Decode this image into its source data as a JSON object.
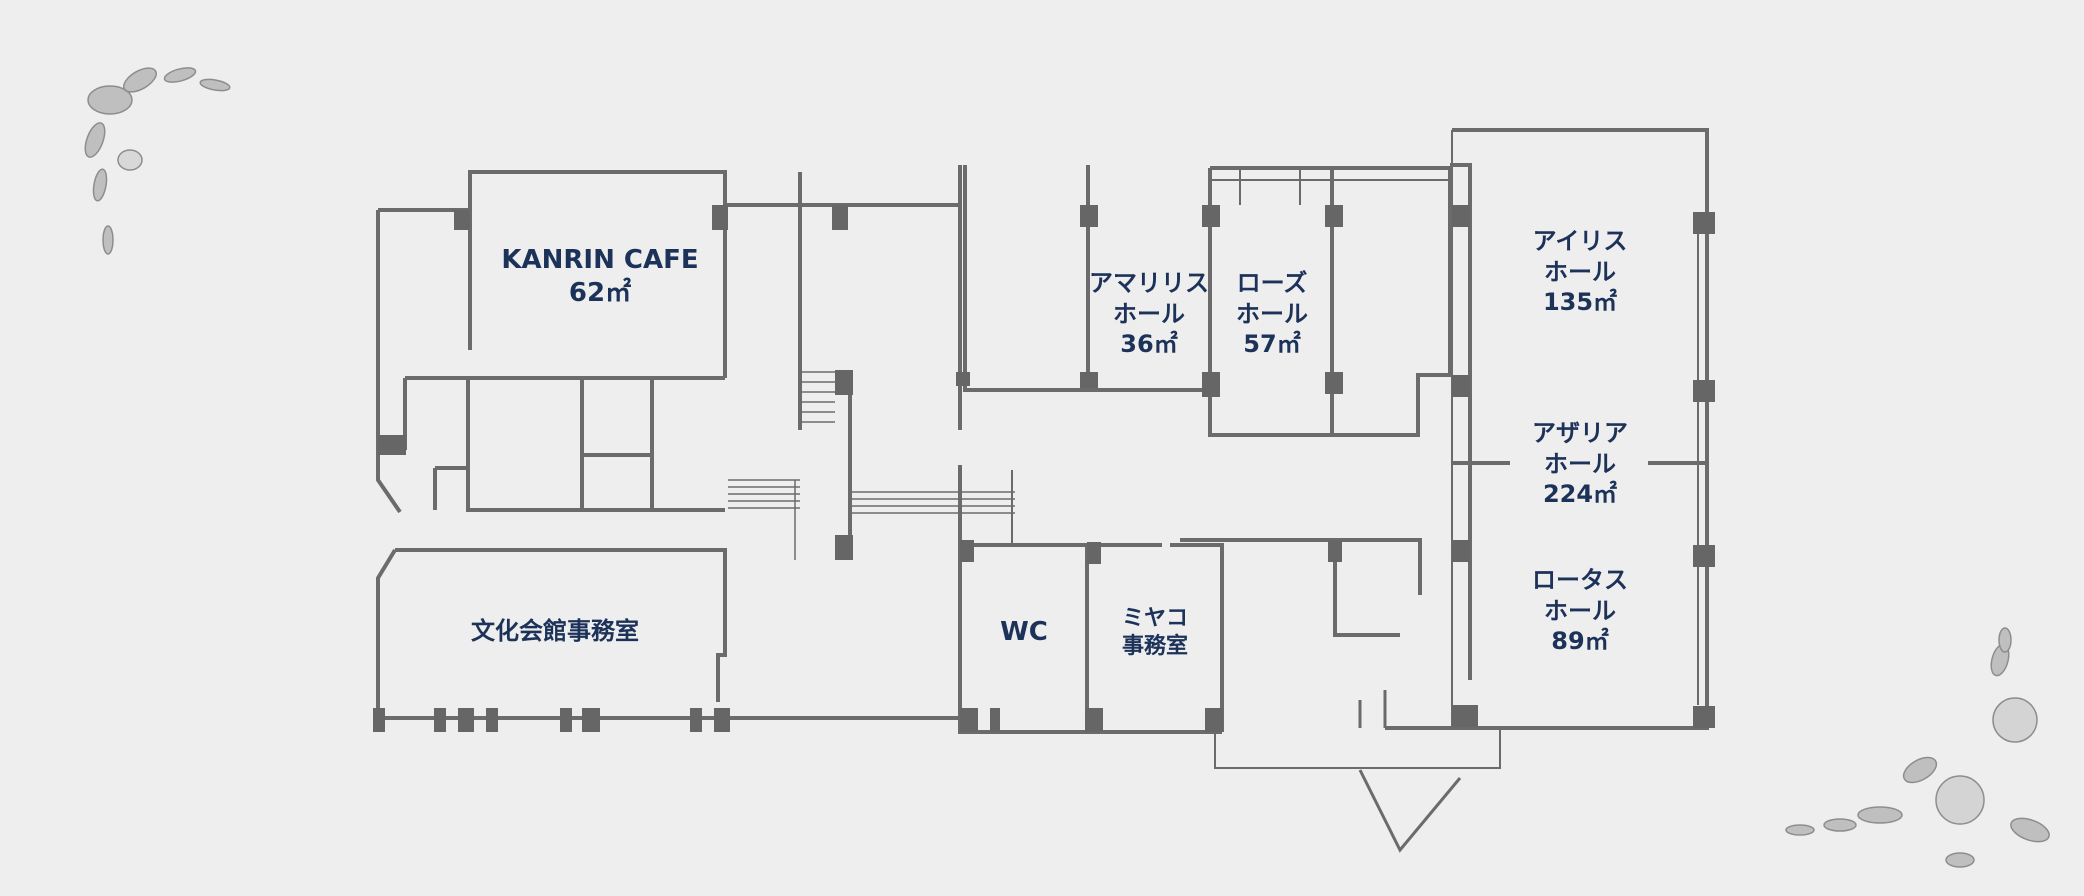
{
  "floor_plan": {
    "label_color": "#1c3259",
    "wall_color": "#6b6b6b",
    "pillar_color": "#666666",
    "background": "#eeeeee",
    "rooms": [
      {
        "id": "kanrin-cafe",
        "name": "KANRIN CAFE",
        "area": "62㎡"
      },
      {
        "id": "amaryllis-hall",
        "name": "アマリリス",
        "suffix": "ホール",
        "area": "36㎡"
      },
      {
        "id": "rose-hall",
        "name": "ローズ",
        "suffix": "ホール",
        "area": "57㎡"
      },
      {
        "id": "iris-hall",
        "name": "アイリス",
        "suffix": "ホール",
        "area": "135㎡"
      },
      {
        "id": "azalea-hall",
        "name": "アザリア",
        "suffix": "ホール",
        "area": "224㎡"
      },
      {
        "id": "lotus-hall",
        "name": "ロータス",
        "suffix": "ホール",
        "area": "89㎡"
      },
      {
        "id": "culture-hall-office",
        "name": "文化会館事務室"
      },
      {
        "id": "wc",
        "name": "WC"
      },
      {
        "id": "miyako-office",
        "name": "ミヤコ",
        "suffix": "事務室"
      }
    ],
    "decorations": [
      "floral-corner-top-left",
      "floral-corner-bottom-right"
    ]
  }
}
